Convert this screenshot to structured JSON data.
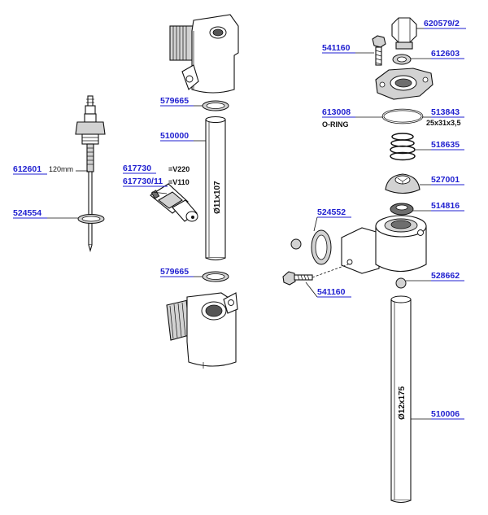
{
  "colors": {
    "label": "#1f1fd0",
    "line": "#111111",
    "shade": "#d2d2d2"
  },
  "labels": {
    "p612601": "612601",
    "p612601_note": "120mm",
    "p524554": "524554",
    "p579665_top": "579665",
    "p510000": "510000",
    "p617730": "617730",
    "p617730_note": "=V220",
    "p617730_11": "617730/11",
    "p617730_11_note": "=V110",
    "p579665_bottom": "579665",
    "p541160_top": "541160",
    "p620579_2": "620579/2",
    "p612603": "612603",
    "p613008": "613008",
    "p613008_note": "O-RING",
    "p513843": "513843",
    "p513843_note": "25x31x3,5",
    "p518635": "518635",
    "p527001": "527001",
    "p514816": "514816",
    "p524552": "524552",
    "p528662": "528662",
    "p541160_bottom": "541160",
    "p510006": "510006"
  },
  "dimensions": {
    "tube_510000": "Ø11x107",
    "tube_510006": "Ø12x175"
  }
}
